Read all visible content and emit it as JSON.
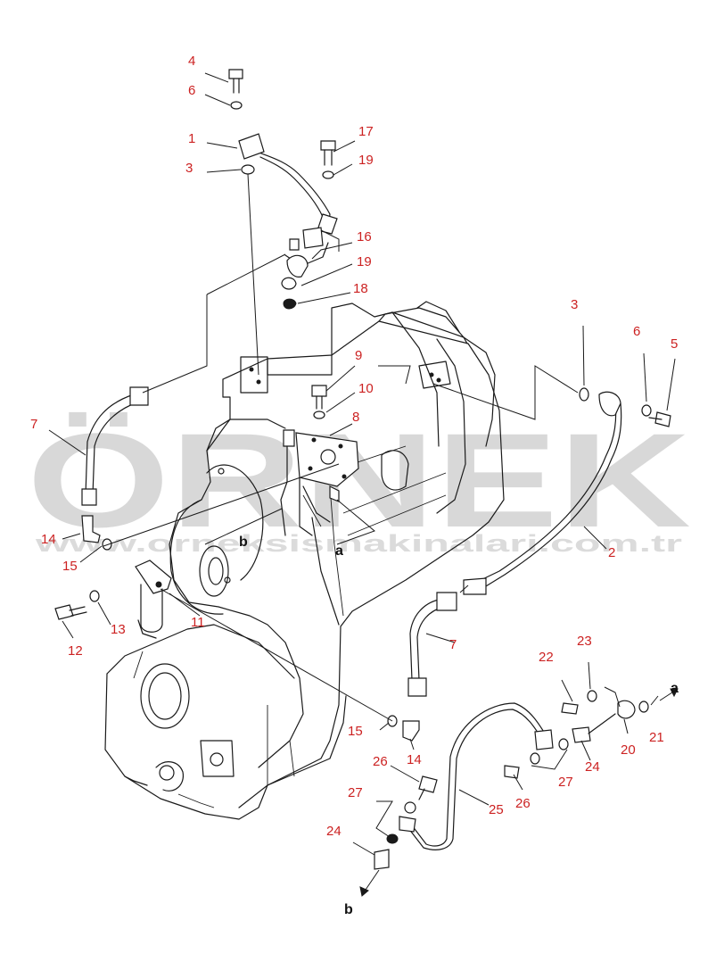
{
  "watermark": {
    "brand": "ÖRNEK",
    "url": "www.orneksismakinalari.com.tr"
  },
  "colors": {
    "callout": "#cc2222",
    "line": "#1a1a1a",
    "watermark": "#b9b9b9"
  },
  "callouts": [
    {
      "id": "c4a",
      "label": "4"
    },
    {
      "id": "c6a",
      "label": "6"
    },
    {
      "id": "c1",
      "label": "1"
    },
    {
      "id": "c3a",
      "label": "3"
    },
    {
      "id": "c17",
      "label": "17"
    },
    {
      "id": "c19a",
      "label": "19"
    },
    {
      "id": "c16",
      "label": "16"
    },
    {
      "id": "c19b",
      "label": "19"
    },
    {
      "id": "c18",
      "label": "18"
    },
    {
      "id": "c3b",
      "label": "3"
    },
    {
      "id": "c6b",
      "label": "6"
    },
    {
      "id": "c5",
      "label": "5"
    },
    {
      "id": "c9",
      "label": "9"
    },
    {
      "id": "c10",
      "label": "10"
    },
    {
      "id": "c8",
      "label": "8"
    },
    {
      "id": "c7a",
      "label": "7"
    },
    {
      "id": "c2",
      "label": "2"
    },
    {
      "id": "c14a",
      "label": "14"
    },
    {
      "id": "c15a",
      "label": "15"
    },
    {
      "id": "c11",
      "label": "11"
    },
    {
      "id": "c13",
      "label": "13"
    },
    {
      "id": "c12",
      "label": "12"
    },
    {
      "id": "c7b",
      "label": "7"
    },
    {
      "id": "c22",
      "label": "22"
    },
    {
      "id": "c23",
      "label": "23"
    },
    {
      "id": "c21",
      "label": "21"
    },
    {
      "id": "c20",
      "label": "20"
    },
    {
      "id": "c24a",
      "label": "24"
    },
    {
      "id": "c27a",
      "label": "27"
    },
    {
      "id": "c15b",
      "label": "15"
    },
    {
      "id": "c14b",
      "label": "14"
    },
    {
      "id": "c26a",
      "label": "26"
    },
    {
      "id": "c26b",
      "label": "26"
    },
    {
      "id": "c27b",
      "label": "27"
    },
    {
      "id": "c25",
      "label": "25"
    },
    {
      "id": "c24b",
      "label": "24"
    }
  ],
  "refs": [
    {
      "id": "ra1",
      "label": "a"
    },
    {
      "id": "rb1",
      "label": "b"
    },
    {
      "id": "ra2",
      "label": "a"
    },
    {
      "id": "rb2",
      "label": "b"
    }
  ]
}
